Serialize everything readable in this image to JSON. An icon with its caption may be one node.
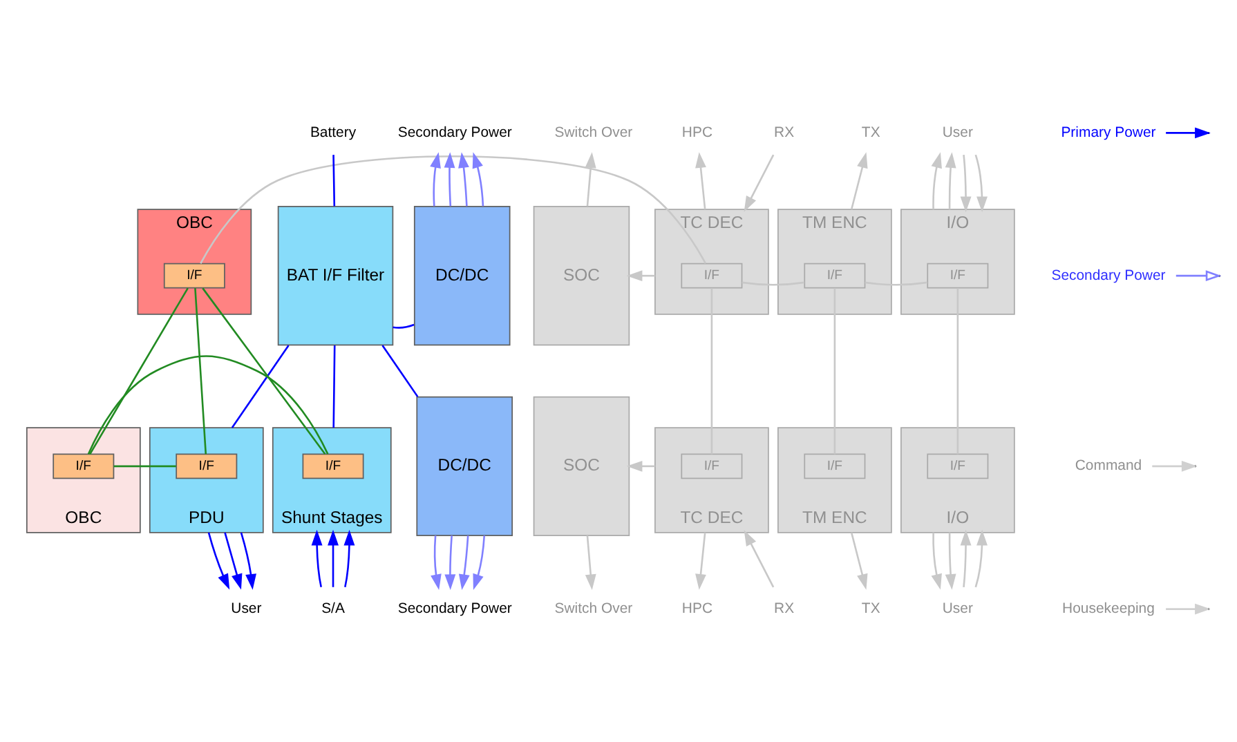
{
  "diagram": {
    "nodes": [
      {
        "text": [
          "BAT I/F Filter"
        ]
      },
      {
        "text": [
          "DC/DC"
        ]
      },
      {
        "text": [
          "OBC"
        ]
      },
      {
        "text": [
          "I/F"
        ],
        "in": 2
      },
      {
        "text": [
          "SOC"
        ]
      },
      {
        "text": [
          "TC DEC"
        ]
      },
      {
        "text": [
          "I/F"
        ],
        "in": 5
      },
      {
        "text": [
          "TM ENC"
        ]
      },
      {
        "text": [
          "I/F"
        ],
        "in": 7
      },
      {
        "text": [
          "I/O"
        ]
      },
      {
        "text": [
          "I/F"
        ],
        "in": 9
      },
      {
        "text": [
          "PDU"
        ]
      },
      {
        "text": [
          "I/F"
        ],
        "in": 11
      },
      {
        "text": [
          "Shunt Stages"
        ]
      },
      {
        "text": [
          "I/F"
        ],
        "in": 13
      },
      {
        "text": [
          "DC/DC"
        ]
      },
      {
        "text": [
          "OBC"
        ]
      },
      {
        "text": [
          "I/F"
        ],
        "in": 16
      },
      {
        "text": [
          "SOC"
        ]
      },
      {
        "text": [
          "TC DEC"
        ]
      },
      {
        "text": [
          "I/F"
        ],
        "in": 19
      },
      {
        "text": [
          "TM ENC"
        ]
      },
      {
        "text": [
          "I/F"
        ],
        "in": 21
      },
      {
        "text": [
          "I/O"
        ]
      },
      {
        "text": [
          "I/F"
        ],
        "in": 23
      },
      {
        "text": [
          "Battery"
        ]
      },
      {
        "text": [
          "Secondary Power"
        ]
      },
      {
        "text": [
          "Switch Over"
        ]
      },
      {
        "text": [
          "HPC"
        ]
      },
      {
        "text": [
          "RX"
        ]
      },
      {
        "text": [
          "TX"
        ]
      },
      {
        "text": [
          "User"
        ]
      },
      {
        "text": [
          "User"
        ]
      },
      {
        "text": [
          "S/A"
        ]
      },
      {
        "text": [
          "Secondary Power"
        ]
      },
      {
        "text": [
          "Switch Over"
        ]
      },
      {
        "text": [
          "HPC"
        ]
      },
      {
        "text": [
          "RX"
        ]
      },
      {
        "text": [
          "TX"
        ]
      },
      {
        "text": [
          "User"
        ]
      }
    ],
    "edges": [
      {
        "from": 25,
        "to": 0,
        "arrow": "none",
        "color": "#0000ff"
      },
      {
        "from": 0,
        "to": 13,
        "arrow": "none",
        "color": "#0000ff"
      },
      {
        "from": 0,
        "to": 11,
        "arrow": "none",
        "color": "#0000ff"
      },
      {
        "from": 0,
        "to": 1,
        "arrow": "none",
        "color": "#0000ff"
      },
      {
        "from": 0,
        "to": 15,
        "arrow": "none",
        "color": "#0000ff"
      },
      {
        "from": 1,
        "to": 26,
        "arrow": "to",
        "color": "#8080ff"
      },
      {
        "from": 1,
        "to": 26,
        "arrow": "to",
        "color": "#8080ff"
      },
      {
        "from": 1,
        "to": 26,
        "arrow": "to",
        "color": "#8080ff"
      },
      {
        "from": 1,
        "to": 26,
        "arrow": "to",
        "color": "#8080ff"
      },
      {
        "from": 15,
        "to": 34,
        "arrow": "to",
        "color": "#8080ff"
      },
      {
        "from": 15,
        "to": 34,
        "arrow": "to",
        "color": "#8080ff"
      },
      {
        "from": 15,
        "to": 34,
        "arrow": "to",
        "color": "#8080ff"
      },
      {
        "from": 15,
        "to": 34,
        "arrow": "to",
        "color": "#8080ff"
      },
      {
        "from": 11,
        "to": 32,
        "arrow": "to",
        "color": "#0000ff"
      },
      {
        "from": 11,
        "to": 32,
        "arrow": "to",
        "color": "#0000ff"
      },
      {
        "from": 11,
        "to": 32,
        "arrow": "to",
        "color": "#0000ff"
      },
      {
        "from": 33,
        "to": 13,
        "arrow": "to",
        "color": "#0000ff"
      },
      {
        "from": 33,
        "to": 13,
        "arrow": "to",
        "color": "#0000ff"
      },
      {
        "from": 33,
        "to": 13,
        "arrow": "to",
        "color": "#0000ff"
      },
      {
        "from": 3,
        "to": 17,
        "arrow": "none",
        "color": "#228b22"
      },
      {
        "from": 3,
        "to": 12,
        "arrow": "none",
        "color": "#228b22"
      },
      {
        "from": 3,
        "to": 14,
        "arrow": "none",
        "color": "#228b22"
      },
      {
        "from": 17,
        "to": 12,
        "arrow": "none",
        "color": "#228b22"
      },
      {
        "from": 17,
        "to": 14,
        "arrow": "none",
        "color": "#228b22"
      },
      {
        "from": 3,
        "to": 6,
        "arrow": "none",
        "color": "#c8c8c8"
      },
      {
        "from": 6,
        "to": 8,
        "arrow": "none",
        "color": "#c8c8c8"
      },
      {
        "from": 8,
        "to": 10,
        "arrow": "none",
        "color": "#c8c8c8"
      },
      {
        "from": 6,
        "to": 20,
        "arrow": "none",
        "color": "#c8c8c8"
      },
      {
        "from": 8,
        "to": 22,
        "arrow": "none",
        "color": "#c8c8c8"
      },
      {
        "from": 10,
        "to": 24,
        "arrow": "none",
        "color": "#c8c8c8"
      },
      {
        "from": 4,
        "to": 27,
        "arrow": "to",
        "color": "#c8c8c8"
      },
      {
        "from": 5,
        "to": 4,
        "arrow": "to",
        "color": "#c8c8c8"
      },
      {
        "from": 5,
        "to": 28,
        "arrow": "to",
        "color": "#c8c8c8"
      },
      {
        "from": 29,
        "to": 5,
        "arrow": "to",
        "color": "#c8c8c8"
      },
      {
        "from": 7,
        "to": 30,
        "arrow": "to",
        "color": "#c8c8c8"
      },
      {
        "from": 9,
        "to": 31,
        "arrow": "to",
        "color": "#c8c8c8"
      },
      {
        "from": 9,
        "to": 31,
        "arrow": "to",
        "color": "#c8c8c8"
      },
      {
        "from": 31,
        "to": 9,
        "arrow": "to",
        "color": "#c8c8c8"
      },
      {
        "from": 31,
        "to": 9,
        "arrow": "to",
        "color": "#c8c8c8"
      },
      {
        "from": 18,
        "to": 35,
        "arrow": "to",
        "color": "#c8c8c8"
      },
      {
        "from": 19,
        "to": 18,
        "arrow": "to",
        "color": "#c8c8c8"
      },
      {
        "from": 19,
        "to": 36,
        "arrow": "to",
        "color": "#c8c8c8"
      },
      {
        "from": 37,
        "to": 19,
        "arrow": "to",
        "color": "#c8c8c8"
      },
      {
        "from": 21,
        "to": 38,
        "arrow": "to",
        "color": "#c8c8c8"
      },
      {
        "from": 23,
        "to": 39,
        "arrow": "to",
        "color": "#c8c8c8"
      },
      {
        "from": 23,
        "to": 39,
        "arrow": "to",
        "color": "#c8c8c8"
      },
      {
        "from": 39,
        "to": 23,
        "arrow": "to",
        "color": "#c8c8c8"
      },
      {
        "from": 39,
        "to": 23,
        "arrow": "to",
        "color": "#c8c8c8"
      }
    ],
    "legend": [
      {
        "text": "Primary Power"
      },
      {
        "text": "Secondary Power"
      },
      {
        "text": "Command"
      },
      {
        "text": "Housekeeping"
      }
    ]
  }
}
